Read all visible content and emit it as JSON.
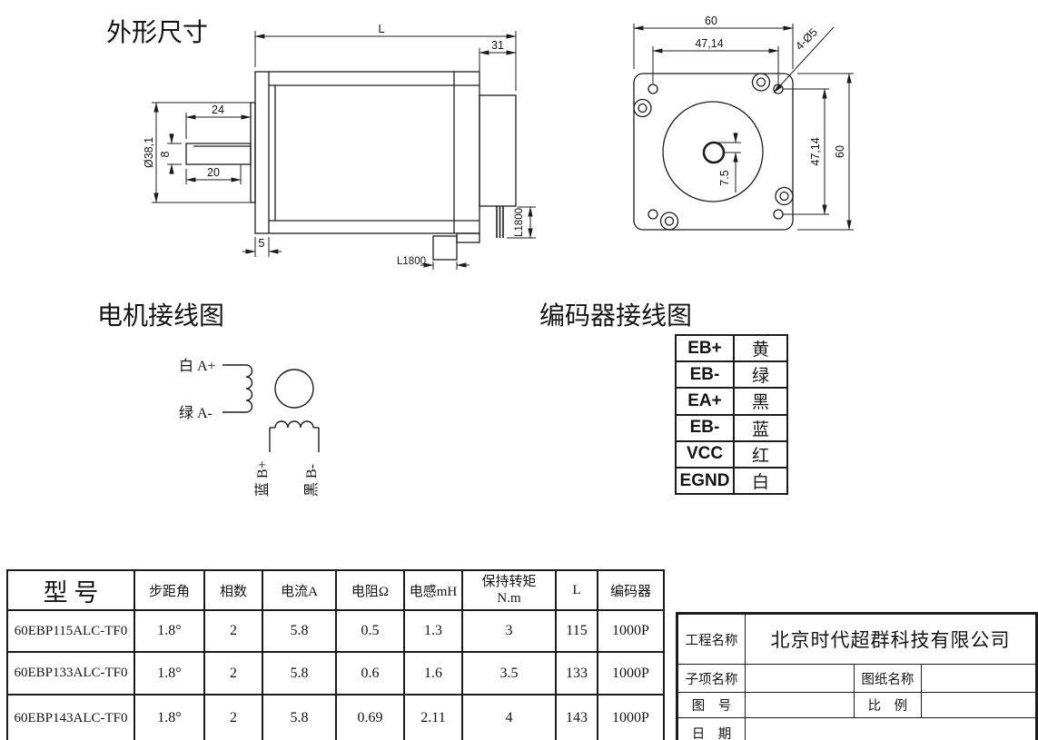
{
  "page": {
    "background": "#ffffff",
    "line_color": "#1c1c1c",
    "titles": {
      "outline": "外形尺寸",
      "motor_wiring": "电机接线图",
      "encoder_wiring": "编码器接线图"
    }
  },
  "side_view": {
    "dims": {
      "length": "L",
      "encoder_depth": "31",
      "shaft_length": "24",
      "shaft_diameter": "8",
      "flat_length": "20",
      "boss_diameter": "Ø38,1",
      "flange_thickness": "5",
      "cable_length_vertical": "L1800",
      "cable_length_horizontal": "L1800"
    }
  },
  "front_view": {
    "dims": {
      "width": "60",
      "hole_span_horizontal": "47,14",
      "mounting_holes": "4-Ø5",
      "hole_span_vertical": "47,14",
      "height": "60",
      "shaft_flat": "7.5"
    }
  },
  "motor_wiring": {
    "a_plus": "白 A+",
    "a_minus": "绿 A-",
    "b_plus": "蓝 B+",
    "b_minus": "黑 B-"
  },
  "encoder_table": {
    "rows": [
      {
        "signal": "EB+",
        "color": "黄"
      },
      {
        "signal": "EB-",
        "color": "绿"
      },
      {
        "signal": "EA+",
        "color": "黑"
      },
      {
        "signal": "EB-",
        "color": "蓝"
      },
      {
        "signal": "VCC",
        "color": "红"
      },
      {
        "signal": "EGND",
        "color": "白"
      }
    ]
  },
  "spec_table": {
    "headers": {
      "model": "型 号",
      "step_angle": "步距角",
      "phases": "相数",
      "current": "电流A",
      "resistance": "电阻Ω",
      "inductance": "电感mH",
      "torque_line1": "保持转矩",
      "torque_line2": "N.m",
      "length": "L",
      "encoder": "编码器"
    },
    "rows": [
      {
        "model": "60EBP115ALC-TF0",
        "step_angle": "1.8°",
        "phases": "2",
        "current": "5.8",
        "resistance": "0.5",
        "inductance": "1.3",
        "torque": "3",
        "length": "115",
        "encoder": "1000P"
      },
      {
        "model": "60EBP133ALC-TF0",
        "step_angle": "1.8°",
        "phases": "2",
        "current": "5.8",
        "resistance": "0.6",
        "inductance": "1.6",
        "torque": "3.5",
        "length": "133",
        "encoder": "1000P"
      },
      {
        "model": "60EBP143ALC-TF0",
        "step_angle": "1.8°",
        "phases": "2",
        "current": "5.8",
        "resistance": "0.69",
        "inductance": "2.11",
        "torque": "4",
        "length": "143",
        "encoder": "1000P"
      }
    ]
  },
  "title_block": {
    "project_label": "工程名称",
    "company": "北京时代超群科技有限公司",
    "subproject_label": "子项名称",
    "drawing_name_label": "图纸名称",
    "drawing_no_label": "图　号",
    "scale_label": "比　例",
    "date_label": "日　期"
  }
}
